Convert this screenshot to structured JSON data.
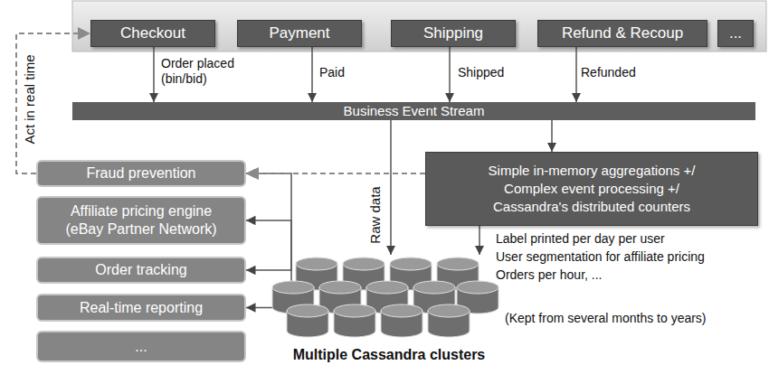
{
  "diagram": {
    "nodes": [
      {
        "text": [
          "Checkout"
        ]
      },
      {
        "text": [
          "Payment"
        ]
      },
      {
        "text": [
          "Shipping"
        ]
      },
      {
        "text": [
          "Refund & Recoup"
        ]
      },
      {
        "text": [
          "..."
        ]
      },
      {
        "text": [
          "Business Event Stream"
        ]
      },
      {
        "text": [
          "Simple in-memory aggregations +/ Complex event processing +/ Cassandra's distributed counters"
        ]
      },
      {
        "text": [
          "Fraud prevention"
        ]
      },
      {
        "text": [
          "Affiliate pricing engine (eBay Partner Network)"
        ]
      },
      {
        "text": [
          "Order tracking"
        ]
      },
      {
        "text": [
          "Real-time reporting"
        ]
      },
      {
        "text": [
          "..."
        ]
      },
      {
        "text": [
          "Multiple Cassandra clusters"
        ]
      }
    ],
    "edges": [
      {
        "from": 0,
        "to": 5,
        "label": "Order placed (bin/bid)",
        "arrow": "to"
      },
      {
        "from": 1,
        "to": 5,
        "label": "Paid",
        "arrow": "to"
      },
      {
        "from": 2,
        "to": 5,
        "label": "Shipped",
        "arrow": "to"
      },
      {
        "from": 3,
        "to": 5,
        "label": "Refunded",
        "arrow": "to"
      },
      {
        "from": 5,
        "to": 12,
        "label": "Raw data",
        "arrow": "to"
      },
      {
        "from": 5,
        "to": 6,
        "arrow": "to"
      },
      {
        "from": 6,
        "to": 12,
        "arrow": "to"
      },
      {
        "from": 12,
        "to": 7,
        "arrow": "to"
      },
      {
        "from": 12,
        "to": 8,
        "arrow": "to"
      },
      {
        "from": 12,
        "to": 9,
        "arrow": "to"
      },
      {
        "from": 12,
        "to": 10,
        "arrow": "to"
      },
      {
        "from": 6,
        "to": 7,
        "arrow": "to"
      },
      {
        "from": 7,
        "to": 0,
        "label": "Act in real time",
        "arrow": "to"
      }
    ],
    "labels": [
      "Label printed per day per user",
      "User segmentation for affiliate pricing",
      "Orders per hour, ...",
      "(Kept from several months to years)"
    ]
  }
}
